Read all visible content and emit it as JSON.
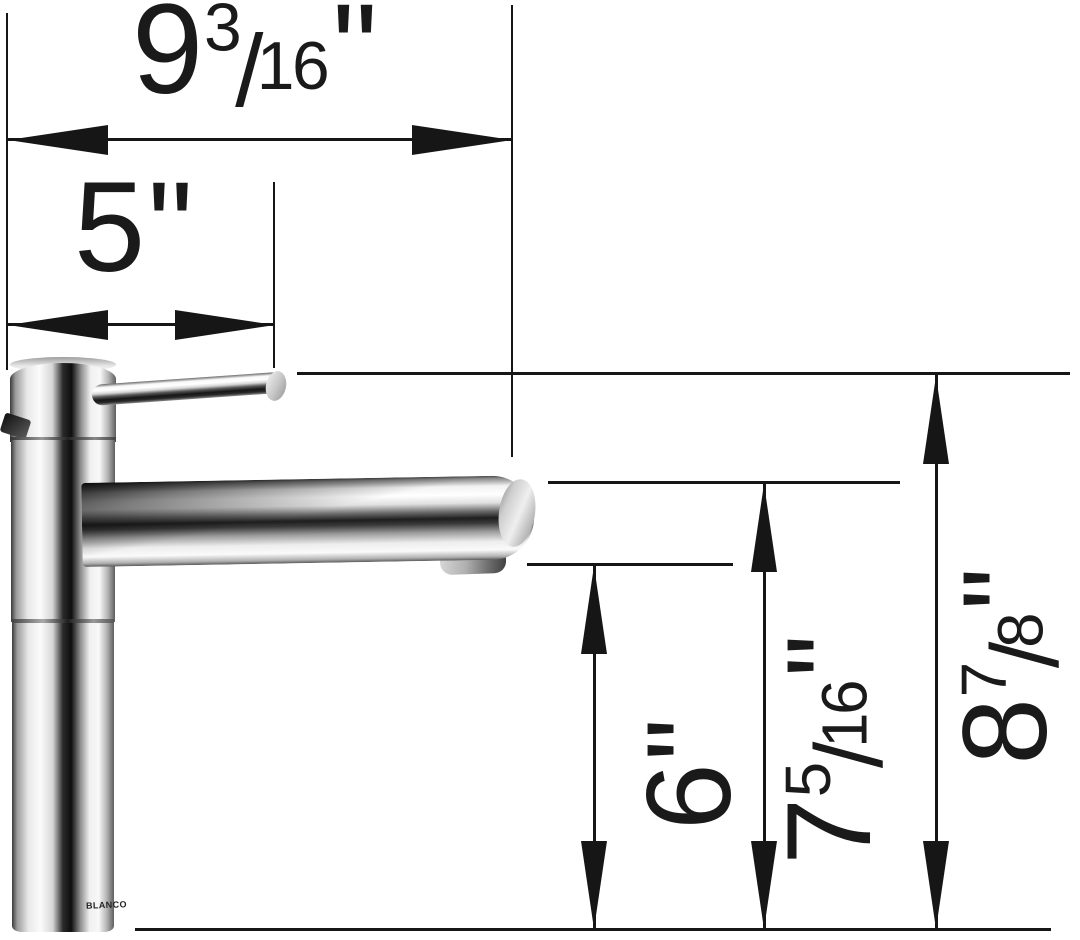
{
  "drawing": {
    "brand_logo": "BLANCO",
    "ink_color": "#161616",
    "dims": {
      "width_overall": {
        "whole": "9",
        "num": "3",
        "slash": "/",
        "den": "16",
        "unit": "\""
      },
      "width_handle": {
        "whole": "5",
        "unit": "\""
      },
      "height_outlet": {
        "whole": "6",
        "unit": "\""
      },
      "height_spout": {
        "whole": "7",
        "num": "5",
        "slash": "/",
        "den": "16",
        "unit": "\""
      },
      "height_overall": {
        "whole": "8",
        "num": "7",
        "slash": "/",
        "den": "8",
        "unit": "\""
      }
    }
  }
}
